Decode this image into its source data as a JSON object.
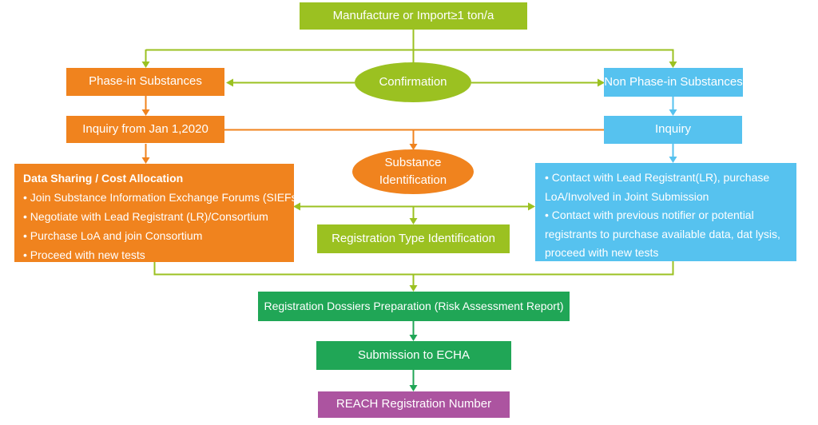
{
  "colors": {
    "lime_green": "#9BC121",
    "orange": "#F0831E",
    "sky_blue": "#56C2EF",
    "green": "#20A656",
    "purple": "#AC54A0"
  },
  "nodes": {
    "manufacture": {
      "label": "Manufacture or Import≥1 ton/a"
    },
    "phase_in": {
      "label": "Phase-in Substances"
    },
    "confirmation": {
      "label": "Confirmation"
    },
    "non_phase_in": {
      "label": "Non Phase-in Substances"
    },
    "inquiry_phase_in": {
      "label": "Inquiry from Jan 1,2020"
    },
    "inquiry_non_phase_in": {
      "label": "Inquiry"
    },
    "substance_identification": {
      "label": "Substance Identification"
    },
    "data_sharing": {
      "title": "Data Sharing / Cost Allocation",
      "bullets": [
        "• Join Substance Information Exchange Forums (SIEFs)",
        "• Negotiate with Lead Registrant (LR)/Consortium",
        "• Purchase LoA and join Consortium",
        "• Proceed with new tests"
      ]
    },
    "joint_submission": {
      "bullets": [
        "• Contact with Lead Registrant(LR), purchase LoA/Involved in Joint Submission",
        "• Contact with previous notifier or potential registrants to purchase available data, dat lysis, proceed with new tests"
      ]
    },
    "registration_type": {
      "label": "Registration Type Identification"
    },
    "dossiers": {
      "label": "Registration Dossiers Preparation (Risk Assessment Report)"
    },
    "submission": {
      "label": "Submission to ECHA"
    },
    "reach_number": {
      "label": "REACH Registration Number"
    }
  }
}
